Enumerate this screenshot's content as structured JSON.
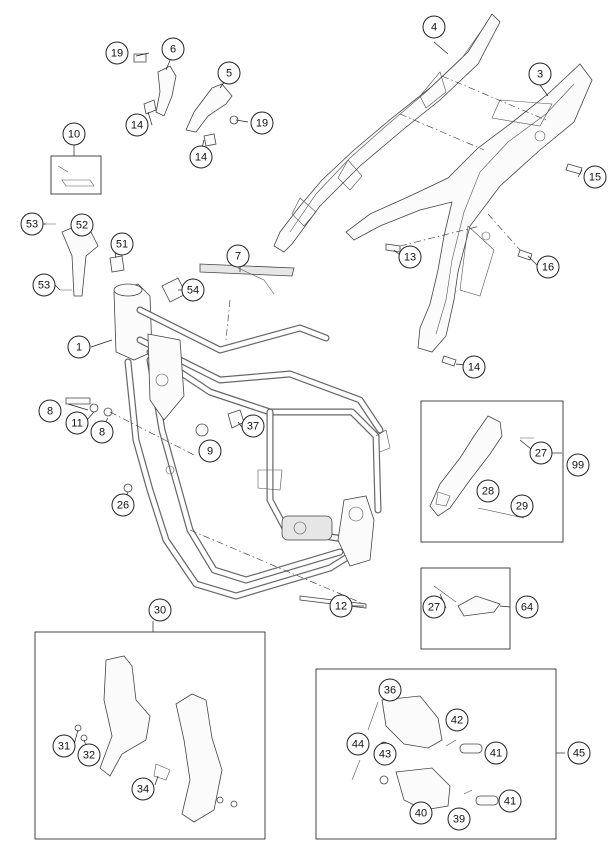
{
  "callouts": [
    {
      "id": "c4",
      "label": "4"
    },
    {
      "id": "c3",
      "label": "3"
    },
    {
      "id": "c15",
      "label": "15"
    },
    {
      "id": "c13",
      "label": "13"
    },
    {
      "id": "c16",
      "label": "16"
    },
    {
      "id": "c14a",
      "label": "14"
    },
    {
      "id": "c19a",
      "label": "19"
    },
    {
      "id": "c6",
      "label": "6"
    },
    {
      "id": "c5",
      "label": "5"
    },
    {
      "id": "c14b",
      "label": "14"
    },
    {
      "id": "c19b",
      "label": "19"
    },
    {
      "id": "c14c",
      "label": "14"
    },
    {
      "id": "c10",
      "label": "10"
    },
    {
      "id": "c53a",
      "label": "53"
    },
    {
      "id": "c52",
      "label": "52"
    },
    {
      "id": "c51",
      "label": "51"
    },
    {
      "id": "c53b",
      "label": "53"
    },
    {
      "id": "c7",
      "label": "7"
    },
    {
      "id": "c54",
      "label": "54"
    },
    {
      "id": "c1",
      "label": "1"
    },
    {
      "id": "c8a",
      "label": "8"
    },
    {
      "id": "c11",
      "label": "11"
    },
    {
      "id": "c8b",
      "label": "8"
    },
    {
      "id": "c9",
      "label": "9"
    },
    {
      "id": "c37",
      "label": "37"
    },
    {
      "id": "c26",
      "label": "26"
    },
    {
      "id": "c12",
      "label": "12"
    },
    {
      "id": "c99",
      "label": "99"
    },
    {
      "id": "c27a",
      "label": "27"
    },
    {
      "id": "c28",
      "label": "28"
    },
    {
      "id": "c29",
      "label": "29"
    },
    {
      "id": "c64",
      "label": "64"
    },
    {
      "id": "c27b",
      "label": "27"
    },
    {
      "id": "c30",
      "label": "30"
    },
    {
      "id": "c31",
      "label": "31"
    },
    {
      "id": "c32",
      "label": "32"
    },
    {
      "id": "c34",
      "label": "34"
    },
    {
      "id": "c45",
      "label": "45"
    },
    {
      "id": "c36",
      "label": "36"
    },
    {
      "id": "c42",
      "label": "42"
    },
    {
      "id": "c44",
      "label": "44"
    },
    {
      "id": "c43",
      "label": "43"
    },
    {
      "id": "c41a",
      "label": "41"
    },
    {
      "id": "c40",
      "label": "40"
    },
    {
      "id": "c39",
      "label": "39"
    },
    {
      "id": "c41b",
      "label": "41"
    }
  ]
}
